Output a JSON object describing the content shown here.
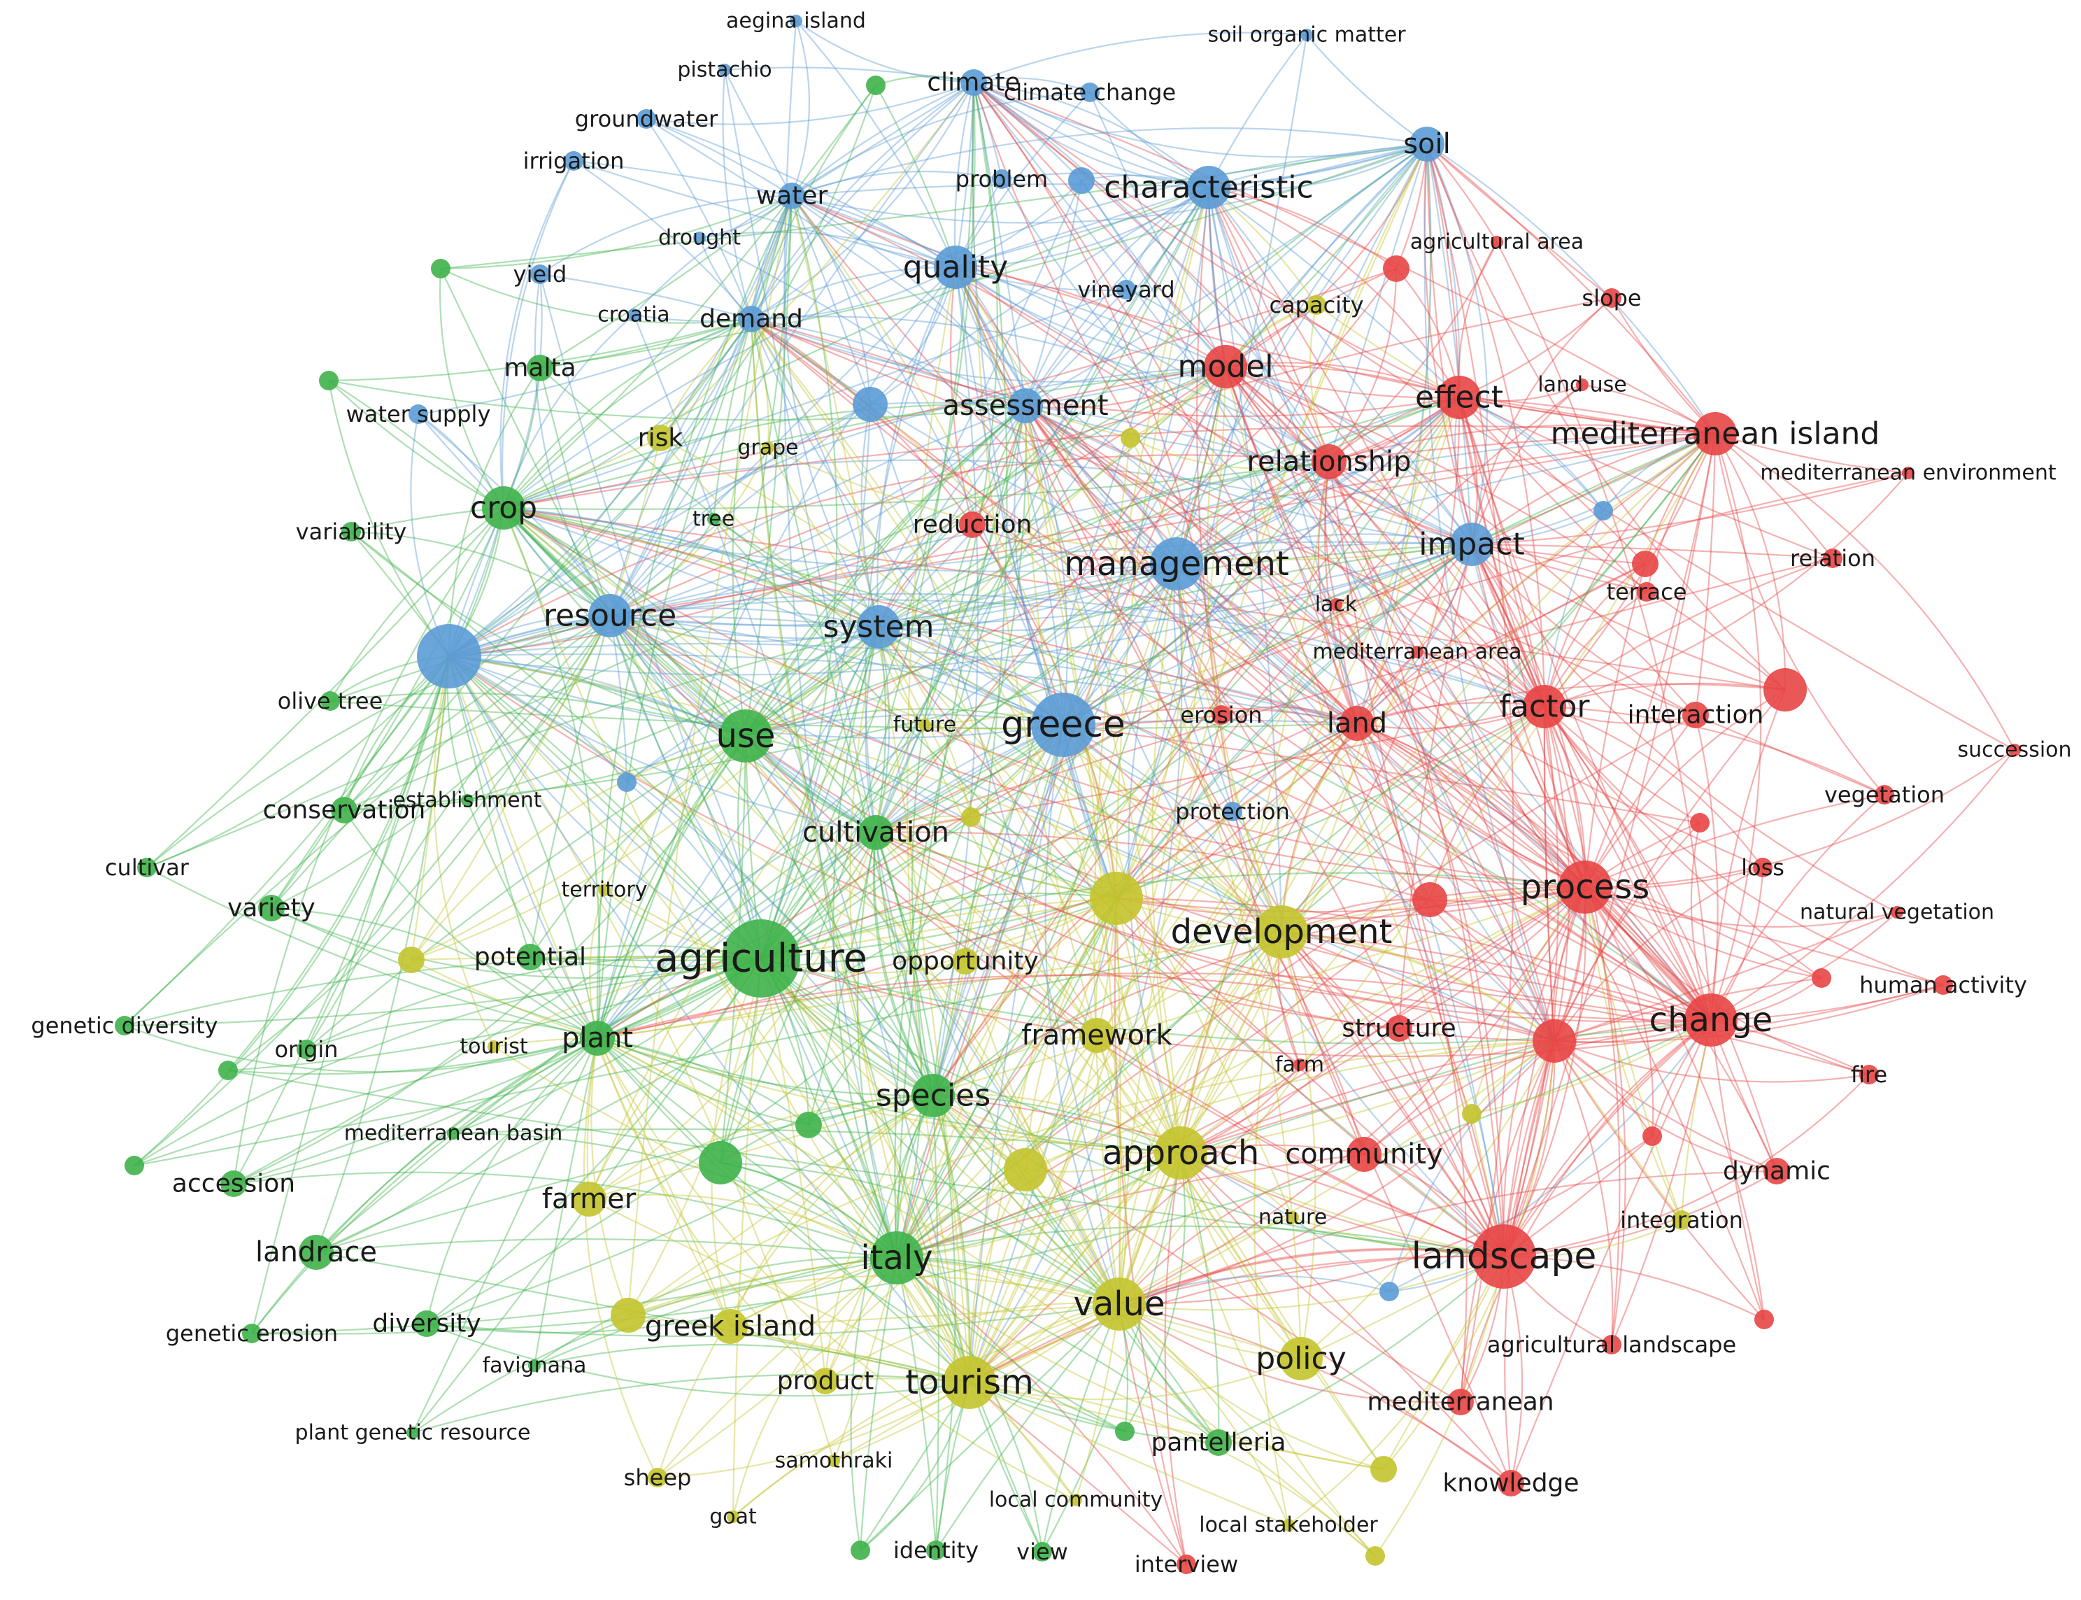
{
  "colors": {
    "blue": "#5b9bd5",
    "red": "#e84545",
    "green": "#3fb34a",
    "yellow": "#c4c42e"
  },
  "nodes": [
    {
      "id": "aegina island",
      "label": "aegina island",
      "c": "blue",
      "w": 1
    },
    {
      "id": "pistachio",
      "label": "pistachio",
      "c": "blue",
      "w": 1
    },
    {
      "id": "soil organic matter",
      "label": "soil organic matter",
      "c": "blue",
      "w": 1
    },
    {
      "id": "climate",
      "label": "climate",
      "c": "blue",
      "w": 3
    },
    {
      "id": "climate change",
      "label": "climate change",
      "c": "blue",
      "w": 2
    },
    {
      "id": "groundwater",
      "label": "groundwater",
      "c": "blue",
      "w": 2
    },
    {
      "id": "irrigation",
      "label": "irrigation",
      "c": "blue",
      "w": 2
    },
    {
      "id": "soil",
      "label": "soil",
      "c": "blue",
      "w": 4
    },
    {
      "id": "water",
      "label": "water",
      "c": "blue",
      "w": 3
    },
    {
      "id": "problem",
      "label": "problem",
      "c": "blue",
      "w": 2
    },
    {
      "id": "characteristic",
      "label": "characteristic",
      "c": "blue",
      "w": 5
    },
    {
      "id": "drought",
      "label": "drought",
      "c": "blue",
      "w": 1
    },
    {
      "id": "yield",
      "label": "yield",
      "c": "blue",
      "w": 2
    },
    {
      "id": "quality",
      "label": "quality",
      "c": "blue",
      "w": 5
    },
    {
      "id": "vineyard",
      "label": "vineyard",
      "c": "blue",
      "w": 2
    },
    {
      "id": "croatia",
      "label": "croatia",
      "c": "blue",
      "w": 1
    },
    {
      "id": "demand",
      "label": "demand",
      "c": "blue",
      "w": 3
    },
    {
      "id": "water supply",
      "label": "water supply",
      "c": "blue",
      "w": 2
    },
    {
      "id": "assessment",
      "label": "assessment",
      "c": "blue",
      "w": 4
    },
    {
      "id": "impact",
      "label": "impact",
      "c": "blue",
      "w": 5
    },
    {
      "id": "management",
      "label": "management",
      "c": "blue",
      "w": 6
    },
    {
      "id": "resource",
      "label": "resource",
      "c": "blue",
      "w": 5
    },
    {
      "id": "system",
      "label": "system",
      "c": "blue",
      "w": 5
    },
    {
      "id": "greece",
      "label": "greece",
      "c": "blue",
      "w": 7
    },
    {
      "id": "protection",
      "label": "protection",
      "c": "blue",
      "w": 2
    },
    {
      "id": "agricultural area",
      "label": "agricultural area",
      "c": "red",
      "w": 1
    },
    {
      "id": "slope",
      "label": "slope",
      "c": "red",
      "w": 2
    },
    {
      "id": "model",
      "label": "model",
      "c": "red",
      "w": 5
    },
    {
      "id": "effect",
      "label": "effect",
      "c": "red",
      "w": 5
    },
    {
      "id": "land use",
      "label": "land use",
      "c": "red",
      "w": 1
    },
    {
      "id": "mediterranean island",
      "label": "mediterranean island",
      "c": "red",
      "w": 5
    },
    {
      "id": "relationship",
      "label": "relationship",
      "c": "red",
      "w": 4
    },
    {
      "id": "mediterranean environment",
      "label": "mediterranean environment",
      "c": "red",
      "w": 1
    },
    {
      "id": "reduction",
      "label": "reduction",
      "c": "red",
      "w": 3
    },
    {
      "id": "relation",
      "label": "relation",
      "c": "red",
      "w": 2
    },
    {
      "id": "terrace",
      "label": "terrace",
      "c": "red",
      "w": 2
    },
    {
      "id": "lack",
      "label": "lack",
      "c": "red",
      "w": 1
    },
    {
      "id": "mediterranean area",
      "label": "mediterranean area",
      "c": "red",
      "w": 1
    },
    {
      "id": "erosion",
      "label": "erosion",
      "c": "red",
      "w": 2
    },
    {
      "id": "land",
      "label": "land",
      "c": "red",
      "w": 4
    },
    {
      "id": "factor",
      "label": "factor",
      "c": "red",
      "w": 5
    },
    {
      "id": "interaction",
      "label": "interaction",
      "c": "red",
      "w": 3
    },
    {
      "id": "succession",
      "label": "succession",
      "c": "red",
      "w": 1
    },
    {
      "id": "vegetation",
      "label": "vegetation",
      "c": "red",
      "w": 2
    },
    {
      "id": "process",
      "label": "process",
      "c": "red",
      "w": 6
    },
    {
      "id": "loss",
      "label": "loss",
      "c": "red",
      "w": 2
    },
    {
      "id": "natural vegetation",
      "label": "natural vegetation",
      "c": "red",
      "w": 1
    },
    {
      "id": "human activity",
      "label": "human activity",
      "c": "red",
      "w": 2
    },
    {
      "id": "change",
      "label": "change",
      "c": "red",
      "w": 6
    },
    {
      "id": "structure",
      "label": "structure",
      "c": "red",
      "w": 3
    },
    {
      "id": "farm",
      "label": "farm",
      "c": "red",
      "w": 1
    },
    {
      "id": "fire",
      "label": "fire",
      "c": "red",
      "w": 2
    },
    {
      "id": "community",
      "label": "community",
      "c": "red",
      "w": 4
    },
    {
      "id": "dynamic",
      "label": "dynamic",
      "c": "red",
      "w": 3
    },
    {
      "id": "landscape",
      "label": "landscape",
      "c": "red",
      "w": 7
    },
    {
      "id": "agricultural landscape",
      "label": "agricultural landscape",
      "c": "red",
      "w": 2
    },
    {
      "id": "mediterranean",
      "label": "mediterranean",
      "c": "red",
      "w": 3
    },
    {
      "id": "knowledge",
      "label": "knowledge",
      "c": "red",
      "w": 3
    },
    {
      "id": "interview",
      "label": "interview",
      "c": "red",
      "w": 2
    },
    {
      "id": "malta",
      "label": "malta",
      "c": "green",
      "w": 3
    },
    {
      "id": "crop",
      "label": "crop",
      "c": "green",
      "w": 5
    },
    {
      "id": "tree",
      "label": "tree",
      "c": "green",
      "w": 1
    },
    {
      "id": "variability",
      "label": "variability",
      "c": "green",
      "w": 2
    },
    {
      "id": "olive tree",
      "label": "olive tree",
      "c": "green",
      "w": 2
    },
    {
      "id": "use",
      "label": "use",
      "c": "green",
      "w": 6
    },
    {
      "id": "conservation",
      "label": "conservation",
      "c": "green",
      "w": 3
    },
    {
      "id": "establishment",
      "label": "establishment",
      "c": "green",
      "w": 1
    },
    {
      "id": "cultivation",
      "label": "cultivation",
      "c": "green",
      "w": 4
    },
    {
      "id": "cultivar",
      "label": "cultivar",
      "c": "green",
      "w": 2
    },
    {
      "id": "variety",
      "label": "variety",
      "c": "green",
      "w": 3
    },
    {
      "id": "potential",
      "label": "potential",
      "c": "green",
      "w": 3
    },
    {
      "id": "agriculture",
      "label": "agriculture",
      "c": "green",
      "w": 8
    },
    {
      "id": "genetic diversity",
      "label": "genetic diversity",
      "c": "green",
      "w": 2
    },
    {
      "id": "origin",
      "label": "origin",
      "c": "green",
      "w": 2
    },
    {
      "id": "plant",
      "label": "plant",
      "c": "green",
      "w": 4
    },
    {
      "id": "species",
      "label": "species",
      "c": "green",
      "w": 5
    },
    {
      "id": "mediterranean basin",
      "label": "mediterranean basin",
      "c": "green",
      "w": 1
    },
    {
      "id": "accession",
      "label": "accession",
      "c": "green",
      "w": 3
    },
    {
      "id": "landrace",
      "label": "landrace",
      "c": "green",
      "w": 4
    },
    {
      "id": "italy",
      "label": "italy",
      "c": "green",
      "w": 6
    },
    {
      "id": "genetic erosion",
      "label": "genetic erosion",
      "c": "green",
      "w": 2
    },
    {
      "id": "diversity",
      "label": "diversity",
      "c": "green",
      "w": 3
    },
    {
      "id": "favignana",
      "label": "favignana",
      "c": "green",
      "w": 1
    },
    {
      "id": "plant genetic resource",
      "label": "plant genetic resource",
      "c": "green",
      "w": 1
    },
    {
      "id": "pantelleria",
      "label": "pantelleria",
      "c": "green",
      "w": 3
    },
    {
      "id": "identity",
      "label": "identity",
      "c": "green",
      "w": 2
    },
    {
      "id": "view",
      "label": "view",
      "c": "green",
      "w": 2
    },
    {
      "id": "capacity",
      "label": "capacity",
      "c": "yellow",
      "w": 2
    },
    {
      "id": "risk",
      "label": "risk",
      "c": "yellow",
      "w": 3
    },
    {
      "id": "grape",
      "label": "grape",
      "c": "yellow",
      "w": 1
    },
    {
      "id": "future",
      "label": "future",
      "c": "yellow",
      "w": 1
    },
    {
      "id": "territory",
      "label": "territory",
      "c": "yellow",
      "w": 1
    },
    {
      "id": "development",
      "label": "development",
      "c": "yellow",
      "w": 6
    },
    {
      "id": "opportunity",
      "label": "opportunity",
      "c": "yellow",
      "w": 3
    },
    {
      "id": "framework",
      "label": "framework",
      "c": "yellow",
      "w": 4
    },
    {
      "id": "tourist",
      "label": "tourist",
      "c": "yellow",
      "w": 1
    },
    {
      "id": "approach",
      "label": "approach",
      "c": "yellow",
      "w": 6
    },
    {
      "id": "farmer",
      "label": "farmer",
      "c": "yellow",
      "w": 4
    },
    {
      "id": "nature",
      "label": "nature",
      "c": "yellow",
      "w": 1
    },
    {
      "id": "integration",
      "label": "integration",
      "c": "yellow",
      "w": 2
    },
    {
      "id": "value",
      "label": "value",
      "c": "yellow",
      "w": 6
    },
    {
      "id": "greek island",
      "label": "greek island",
      "c": "yellow",
      "w": 4
    },
    {
      "id": "policy",
      "label": "policy",
      "c": "yellow",
      "w": 5
    },
    {
      "id": "product",
      "label": "product",
      "c": "yellow",
      "w": 3
    },
    {
      "id": "tourism",
      "label": "tourism",
      "c": "yellow",
      "w": 6
    },
    {
      "id": "samothraki",
      "label": "samothraki",
      "c": "yellow",
      "w": 1
    },
    {
      "id": "sheep",
      "label": "sheep",
      "c": "yellow",
      "w": 2
    },
    {
      "id": "goat",
      "label": "goat",
      "c": "yellow",
      "w": 1
    },
    {
      "id": "local community",
      "label": "local community",
      "c": "yellow",
      "w": 1
    },
    {
      "id": "local stakeholder",
      "label": "local stakeholder",
      "c": "yellow",
      "w": 1
    },
    {
      "id": "u_b1",
      "label": "",
      "c": "blue",
      "w": 7
    },
    {
      "id": "u_b2",
      "label": "",
      "c": "blue",
      "w": 4
    },
    {
      "id": "u_b3",
      "label": "",
      "c": "blue",
      "w": 3
    },
    {
      "id": "u_b4",
      "label": "",
      "c": "blue",
      "w": 2
    },
    {
      "id": "u_b5",
      "label": "",
      "c": "blue",
      "w": 2
    },
    {
      "id": "u_b6",
      "label": "",
      "c": "blue",
      "w": 2
    },
    {
      "id": "u_r1",
      "label": "",
      "c": "red",
      "w": 5
    },
    {
      "id": "u_r2",
      "label": "",
      "c": "red",
      "w": 5
    },
    {
      "id": "u_r3",
      "label": "",
      "c": "red",
      "w": 4
    },
    {
      "id": "u_r4",
      "label": "",
      "c": "red",
      "w": 3
    },
    {
      "id": "u_r5",
      "label": "",
      "c": "red",
      "w": 3
    },
    {
      "id": "u_r6",
      "label": "",
      "c": "red",
      "w": 2
    },
    {
      "id": "u_r7",
      "label": "",
      "c": "red",
      "w": 2
    },
    {
      "id": "u_r8",
      "label": "",
      "c": "red",
      "w": 2
    },
    {
      "id": "u_r9",
      "label": "",
      "c": "red",
      "w": 2
    },
    {
      "id": "u_g1",
      "label": "",
      "c": "green",
      "w": 2
    },
    {
      "id": "u_g2",
      "label": "",
      "c": "green",
      "w": 2
    },
    {
      "id": "u_g3",
      "label": "",
      "c": "green",
      "w": 2
    },
    {
      "id": "u_g4",
      "label": "",
      "c": "green",
      "w": 2
    },
    {
      "id": "u_g5",
      "label": "",
      "c": "green",
      "w": 2
    },
    {
      "id": "u_g6",
      "label": "",
      "c": "green",
      "w": 5
    },
    {
      "id": "u_g7",
      "label": "",
      "c": "green",
      "w": 3
    },
    {
      "id": "u_g8",
      "label": "",
      "c": "green",
      "w": 2
    },
    {
      "id": "u_g9",
      "label": "",
      "c": "green",
      "w": 2
    },
    {
      "id": "u_y1",
      "label": "",
      "c": "yellow",
      "w": 6
    },
    {
      "id": "u_y2",
      "label": "",
      "c": "yellow",
      "w": 5
    },
    {
      "id": "u_y3",
      "label": "",
      "c": "yellow",
      "w": 4
    },
    {
      "id": "u_y4",
      "label": "",
      "c": "yellow",
      "w": 3
    },
    {
      "id": "u_y5",
      "label": "",
      "c": "yellow",
      "w": 3
    },
    {
      "id": "u_y6",
      "label": "",
      "c": "yellow",
      "w": 2
    },
    {
      "id": "u_y7",
      "label": "",
      "c": "yellow",
      "w": 2
    },
    {
      "id": "u_y8",
      "label": "",
      "c": "yellow",
      "w": 2
    },
    {
      "id": "u_y9",
      "label": "",
      "c": "yellow",
      "w": 2
    }
  ]
}
